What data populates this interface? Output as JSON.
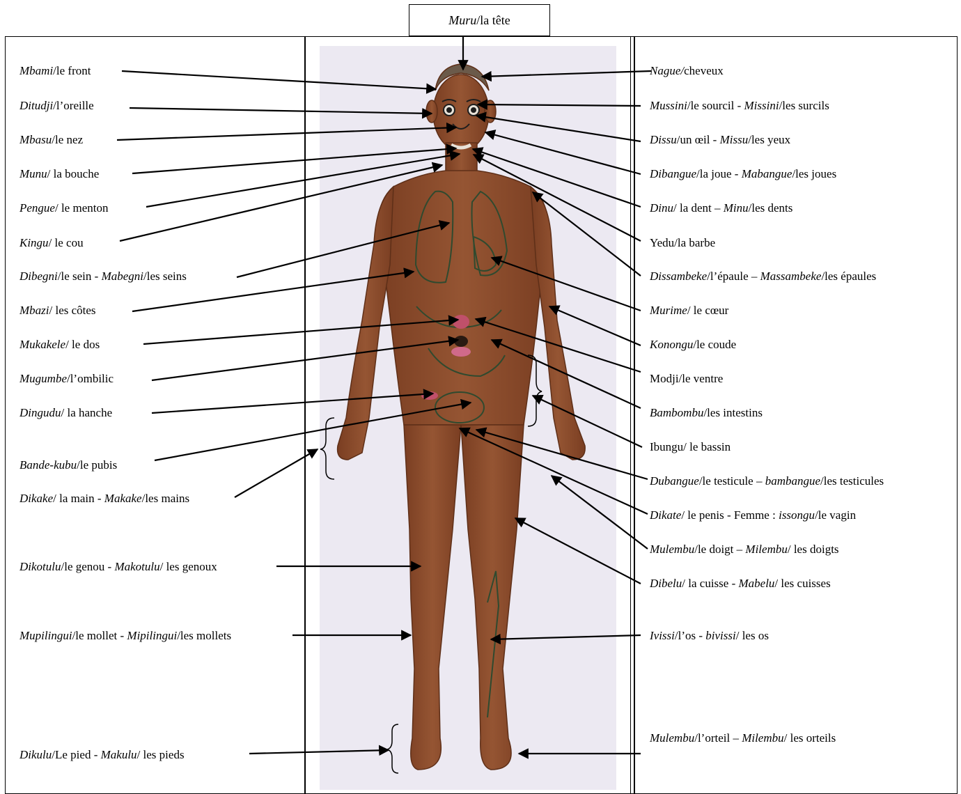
{
  "title": {
    "term": "Muru",
    "gloss": "/la tête"
  },
  "labels_left": [
    {
      "id": "front",
      "parts": [
        [
          "Mbami",
          "i"
        ],
        [
          "/le front",
          ""
        ]
      ]
    },
    {
      "id": "oreille",
      "parts": [
        [
          "Ditudji",
          "i"
        ],
        [
          "/l’oreille",
          ""
        ]
      ]
    },
    {
      "id": "nez",
      "parts": [
        [
          "Mbasu",
          "i"
        ],
        [
          "/le nez",
          ""
        ]
      ]
    },
    {
      "id": "bouche",
      "parts": [
        [
          "Munu",
          "i"
        ],
        [
          "/ la bouche",
          ""
        ]
      ]
    },
    {
      "id": "menton",
      "parts": [
        [
          "Pengue",
          "i"
        ],
        [
          "/ le menton",
          ""
        ]
      ]
    },
    {
      "id": "cou",
      "parts": [
        [
          "Kingu",
          "i"
        ],
        [
          "/ le cou",
          ""
        ]
      ]
    },
    {
      "id": "sein",
      "parts": [
        [
          "Dibegni",
          "i"
        ],
        [
          "/le sein - ",
          ""
        ],
        [
          "Mabegni",
          "i"
        ],
        [
          "/les seins",
          ""
        ]
      ]
    },
    {
      "id": "cotes",
      "parts": [
        [
          "Mbazi",
          "i"
        ],
        [
          "/ les côtes",
          ""
        ]
      ]
    },
    {
      "id": "dos",
      "parts": [
        [
          "Mukakele",
          "i"
        ],
        [
          "/ le dos",
          ""
        ]
      ]
    },
    {
      "id": "ombilic",
      "parts": [
        [
          "Mugumbe",
          "i"
        ],
        [
          "/l’ombilic",
          ""
        ]
      ]
    },
    {
      "id": "hanche",
      "parts": [
        [
          "Dingudu",
          "i"
        ],
        [
          "/ la hanche",
          ""
        ]
      ]
    },
    {
      "id": "pubis",
      "parts": [
        [
          "Bande-kubu",
          "i"
        ],
        [
          "/le pubis",
          ""
        ]
      ]
    },
    {
      "id": "main",
      "parts": [
        [
          "Dikake",
          "i"
        ],
        [
          "/ la main - ",
          ""
        ],
        [
          "Makake",
          "i"
        ],
        [
          "/les mains",
          ""
        ]
      ]
    },
    {
      "id": "genou",
      "parts": [
        [
          "Dikotulu",
          "i"
        ],
        [
          "/le genou - ",
          ""
        ],
        [
          "Makotulu",
          "i"
        ],
        [
          "/ les genoux",
          ""
        ]
      ]
    },
    {
      "id": "mollet",
      "parts": [
        [
          "Mupilingui",
          "i"
        ],
        [
          "/le mollet - ",
          ""
        ],
        [
          "Mipilingui",
          "i"
        ],
        [
          "/les mollets",
          ""
        ]
      ]
    },
    {
      "id": "pied",
      "parts": [
        [
          "Dikulu",
          "i"
        ],
        [
          "/Le pied - ",
          ""
        ],
        [
          "Makulu",
          "i"
        ],
        [
          "/ les pieds",
          ""
        ]
      ]
    }
  ],
  "labels_right": [
    {
      "id": "cheveux",
      "parts": [
        [
          "Nague/",
          "i"
        ],
        [
          "cheveux",
          ""
        ]
      ]
    },
    {
      "id": "sourcil",
      "parts": [
        [
          "Mussini",
          "i"
        ],
        [
          "/le sourcil - ",
          ""
        ],
        [
          "Missini",
          "i"
        ],
        [
          "/les surcils",
          ""
        ]
      ]
    },
    {
      "id": "oeil",
      "parts": [
        [
          "Dissu",
          "i"
        ],
        [
          "/un œil - ",
          ""
        ],
        [
          "Missu",
          "i"
        ],
        [
          "/les yeux",
          ""
        ]
      ]
    },
    {
      "id": "joue",
      "parts": [
        [
          "Dibangue",
          "i"
        ],
        [
          "/la joue - ",
          ""
        ],
        [
          "Mabangue",
          "i"
        ],
        [
          "/les joues",
          ""
        ]
      ]
    },
    {
      "id": "dent",
      "parts": [
        [
          "Dinu",
          "i"
        ],
        [
          "/ la dent – ",
          ""
        ],
        [
          "Minu",
          "i"
        ],
        [
          "/les dents",
          ""
        ]
      ]
    },
    {
      "id": "barbe",
      "parts": [
        [
          "Yedu/la barbe",
          ""
        ]
      ]
    },
    {
      "id": "epaule",
      "parts": [
        [
          "Dissambeke",
          "i"
        ],
        [
          "/l’épaule – ",
          ""
        ],
        [
          "Massambeke",
          "i"
        ],
        [
          "/les épaules",
          ""
        ]
      ]
    },
    {
      "id": "coeur",
      "parts": [
        [
          "Murime",
          "i"
        ],
        [
          "/ le cœur",
          ""
        ]
      ]
    },
    {
      "id": "coude",
      "parts": [
        [
          "Konongu",
          "i"
        ],
        [
          "/le coude",
          ""
        ]
      ]
    },
    {
      "id": "ventre",
      "parts": [
        [
          "Modji/le ventre",
          ""
        ]
      ]
    },
    {
      "id": "intestins",
      "parts": [
        [
          "Bambombu",
          "i"
        ],
        [
          "/les intestins",
          ""
        ]
      ]
    },
    {
      "id": "bassin",
      "parts": [
        [
          "Ibungu/ le bassin",
          ""
        ]
      ]
    },
    {
      "id": "testicule",
      "parts": [
        [
          "Dubangue",
          "i"
        ],
        [
          "/le testicule – ",
          ""
        ],
        [
          "bambangue",
          "i"
        ],
        [
          "/les testicules",
          ""
        ]
      ]
    },
    {
      "id": "penis",
      "parts": [
        [
          "Dikate",
          "i"
        ],
        [
          "/ le penis - Femme : ",
          ""
        ],
        [
          "issongu",
          "i"
        ],
        [
          "/le vagin",
          ""
        ]
      ]
    },
    {
      "id": "doigt",
      "parts": [
        [
          "Mulembu",
          "i"
        ],
        [
          "/le doigt – ",
          ""
        ],
        [
          "Milembu",
          "i"
        ],
        [
          "/ les doigts",
          ""
        ]
      ]
    },
    {
      "id": "cuisse",
      "parts": [
        [
          "Dibelu",
          "i"
        ],
        [
          "/ la cuisse - ",
          ""
        ],
        [
          "Mabelu",
          "i"
        ],
        [
          "/ les cuisses",
          ""
        ]
      ]
    },
    {
      "id": "os",
      "parts": [
        [
          "Ivissi",
          "i"
        ],
        [
          "/l’os - ",
          ""
        ],
        [
          "bivissi",
          "i"
        ],
        [
          "/ les os",
          ""
        ]
      ]
    },
    {
      "id": "orteil",
      "parts": [
        [
          "Mulembu",
          "i"
        ],
        [
          "/l’orteil – ",
          ""
        ],
        [
          "Milembu",
          "i"
        ],
        [
          "/ les orteils",
          ""
        ]
      ]
    }
  ],
  "colors": {
    "skin": "#8a4a2a",
    "skin_dark": "#5e2f18",
    "photo_bg": "#ece9f2",
    "organ_line": "#2f4a2f",
    "navel": "#c0506a"
  }
}
